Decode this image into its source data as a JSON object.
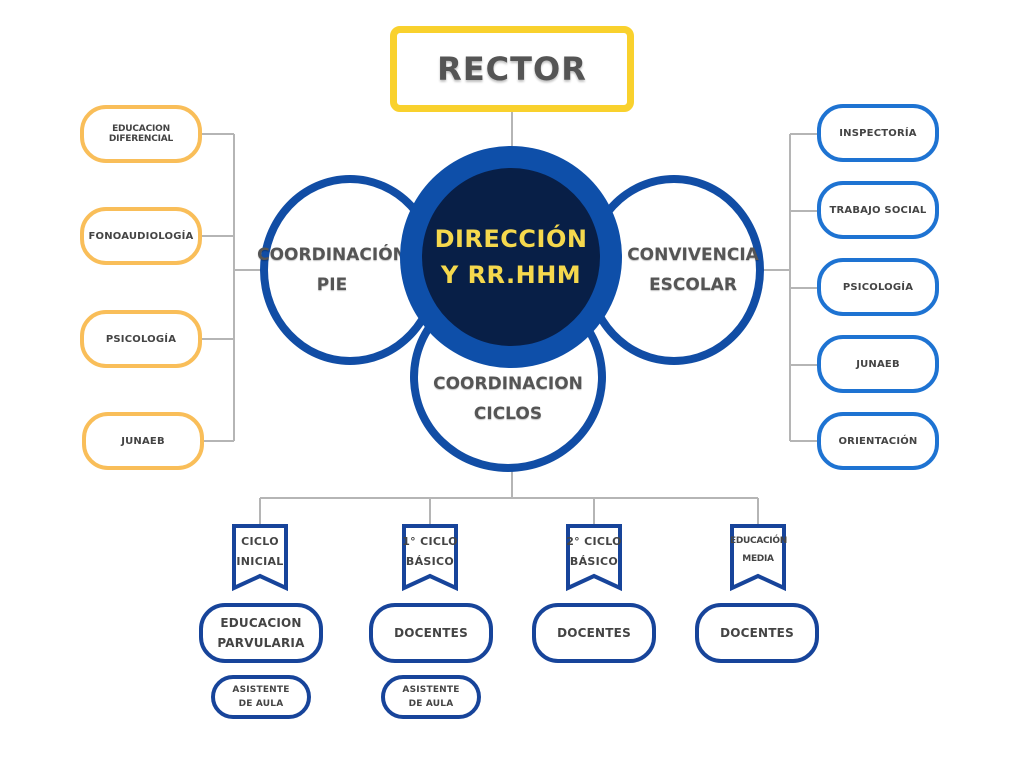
{
  "rector": "RECTOR",
  "direccion": {
    "line1": "DIRECCIÓN",
    "line2": "Y RR.HHM"
  },
  "coordinacion_pie": {
    "line1": "COORDINACIÓN",
    "line2": "PIE"
  },
  "convivencia_escolar": {
    "line1": "CONVIVENCIA",
    "line2": "ESCOLAR"
  },
  "coordinacion_ciclos": {
    "line1": "COORDINACION",
    "line2": "CICLOS"
  },
  "left_items": [
    "EDUCACION DIFERENCIAL",
    "FONOAUDIOLOGÍA",
    "PSICOLOGÍA",
    "JUNAEB"
  ],
  "right_items": [
    "INSPECTORÍA",
    "TRABAJO SOCIAL",
    "PSICOLOGÍA",
    "JUNAEB",
    "ORIENTACIÓN"
  ],
  "cycles": [
    {
      "line1": "CICLO",
      "line2": "INICIAL"
    },
    {
      "line1": "1° CICLO",
      "line2": "BÁSICO"
    },
    {
      "line1": "2° CICLO",
      "line2": "BÁSICO"
    },
    {
      "line1": "EDUCACIÓN",
      "line2": "MEDIA"
    }
  ],
  "staff": [
    {
      "line1": "EDUCACION",
      "line2": "PARVULARIA"
    },
    {
      "line1": "DOCENTES",
      "line2": ""
    },
    {
      "line1": "DOCENTES",
      "line2": ""
    },
    {
      "line1": "DOCENTES",
      "line2": ""
    }
  ],
  "assistants": [
    {
      "line1": "ASISTENTE",
      "line2": "DE AULA"
    },
    {
      "line1": "ASISTENTE",
      "line2": "DE AULA"
    }
  ],
  "colors": {
    "rector_border": "#F9D12D",
    "left_border": "#F9BE59",
    "right_border": "#1E73D2",
    "navy": "#17449A",
    "direccion_text": "#F5D84D",
    "direccion_fill": "#081F47"
  }
}
